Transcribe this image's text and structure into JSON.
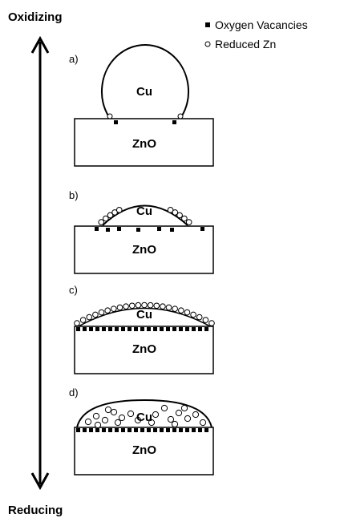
{
  "axis": {
    "top_label": "Oxidizing",
    "bottom_label": "Reducing"
  },
  "legend": {
    "items": [
      {
        "symbol": "filled-square",
        "label": "Oxygen Vacancies"
      },
      {
        "symbol": "open-circle",
        "label": "Reduced Zn"
      }
    ]
  },
  "panels": [
    {
      "id": "a",
      "label": "a)",
      "particle_label": "Cu",
      "support_label": "ZnO"
    },
    {
      "id": "b",
      "label": "b)",
      "particle_label": "Cu",
      "support_label": "ZnO"
    },
    {
      "id": "c",
      "label": "c)",
      "particle_label": "Cu",
      "support_label": "ZnO"
    },
    {
      "id": "d",
      "label": "d)",
      "particle_label": "Cu",
      "support_label": "ZnO"
    }
  ],
  "colors": {
    "stroke": "#000000",
    "background": "#ffffff"
  }
}
